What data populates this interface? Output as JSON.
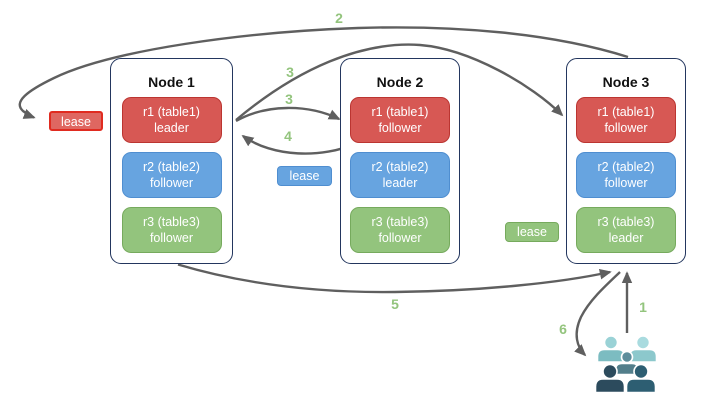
{
  "diagram": {
    "nodes": [
      {
        "title": "Node 1",
        "replicas": [
          {
            "name": "r1 (table1)",
            "role": "leader",
            "color": "red"
          },
          {
            "name": "r2 (table2)",
            "role": "follower",
            "color": "blue"
          },
          {
            "name": "r3 (table3)",
            "role": "follower",
            "color": "green"
          }
        ]
      },
      {
        "title": "Node 2",
        "replicas": [
          {
            "name": "r1 (table1)",
            "role": "follower",
            "color": "red"
          },
          {
            "name": "r2 (table2)",
            "role": "leader",
            "color": "blue"
          },
          {
            "name": "r3 (table3)",
            "role": "follower",
            "color": "green"
          }
        ]
      },
      {
        "title": "Node 3",
        "replicas": [
          {
            "name": "r1 (table1)",
            "role": "follower",
            "color": "red"
          },
          {
            "name": "r2 (table2)",
            "role": "follower",
            "color": "blue"
          },
          {
            "name": "r3 (table3)",
            "role": "leader",
            "color": "green"
          }
        ]
      }
    ],
    "leases": [
      {
        "label": "lease",
        "color": "red"
      },
      {
        "label": "lease",
        "color": "blue"
      },
      {
        "label": "lease",
        "color": "green"
      }
    ],
    "steps": [
      {
        "n": "2"
      },
      {
        "n": "3"
      },
      {
        "n": "3"
      },
      {
        "n": "4"
      },
      {
        "n": "5"
      },
      {
        "n": "6"
      },
      {
        "n": "1"
      }
    ],
    "icons": {
      "users": "users-icon"
    }
  },
  "colors": {
    "red_fill": "#d75854",
    "red_border": "#bb3531",
    "lease_red_fill": "#df6761",
    "lease_red_border": "#e02b20",
    "blue_fill": "#67a4e0",
    "blue_border": "#4f8ed0",
    "green_fill": "#93c47d",
    "green_border": "#76aa5d",
    "step_green": "#93c47d",
    "arrow_gray": "#5f5f5f",
    "node_border": "#23365e",
    "title_text": "#111111",
    "bg": "#ffffff"
  }
}
